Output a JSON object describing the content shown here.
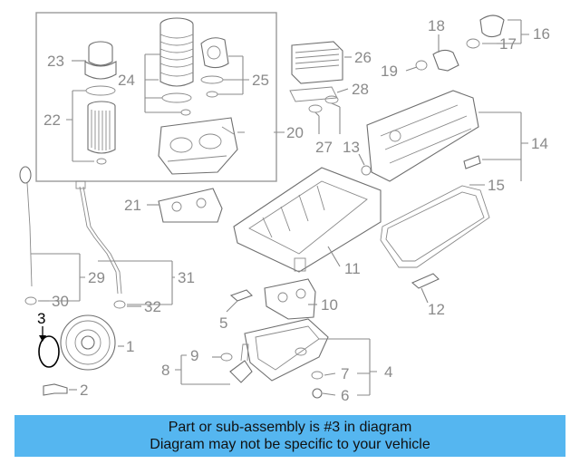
{
  "diagram": {
    "callouts": {
      "c1": "1",
      "c2": "2",
      "c3": "3",
      "c4": "4",
      "c5": "5",
      "c6": "6",
      "c7": "7",
      "c8": "8",
      "c9": "9",
      "c10": "10",
      "c11": "11",
      "c12": "12",
      "c13": "13",
      "c14": "14",
      "c15": "15",
      "c16": "16",
      "c17": "17",
      "c18": "18",
      "c19": "19",
      "c20": "20",
      "c21": "21",
      "c22": "22",
      "c23": "23",
      "c24": "24",
      "c25": "25",
      "c26": "26",
      "c27": "27",
      "c28": "28",
      "c29": "29",
      "c30": "30",
      "c31": "31",
      "c32": "32"
    },
    "highlight_color": "#000000",
    "callout_color": "#8a8a8a"
  },
  "banner": {
    "line1": "Part or sub-assembly is #3 in diagram",
    "line2": "Diagram may not be specific to your vehicle",
    "background": "#55b6f0"
  }
}
